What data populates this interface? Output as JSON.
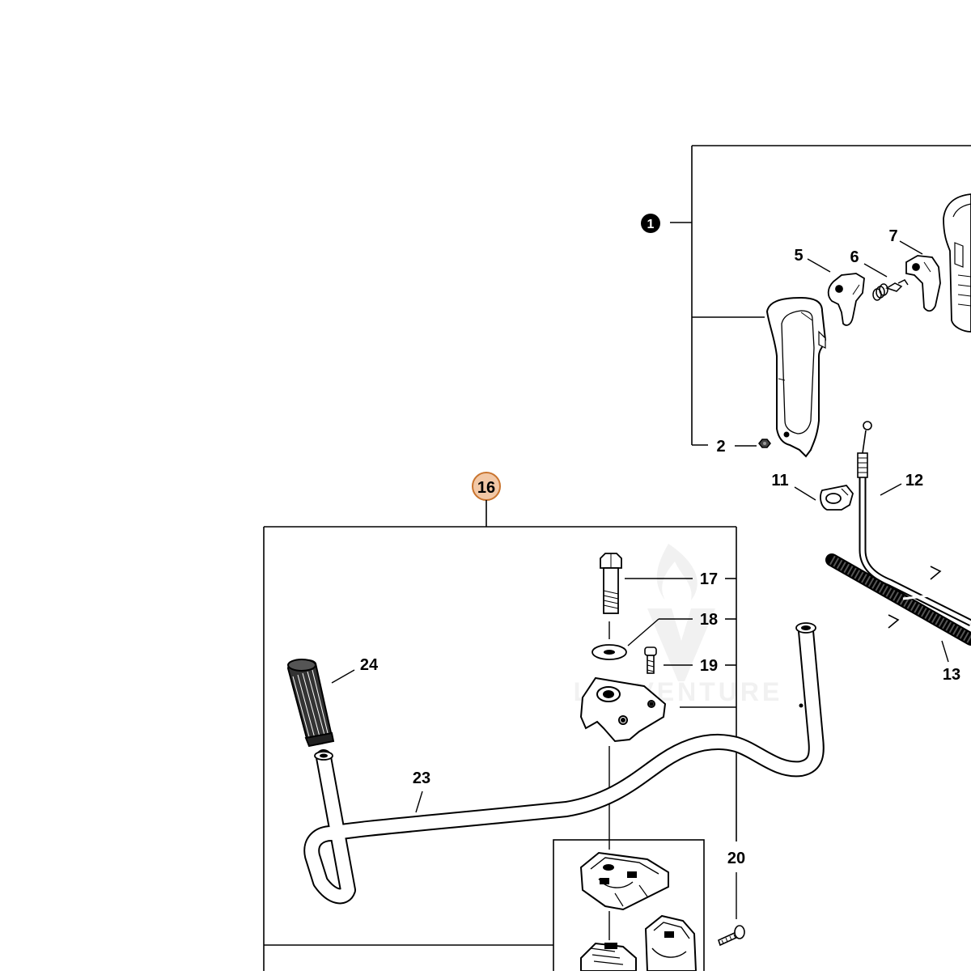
{
  "callouts": {
    "c1": "1",
    "c2": "2",
    "c5": "5",
    "c6": "6",
    "c7": "7",
    "c11": "11",
    "c12": "12",
    "c13": "13",
    "c16": "16",
    "c17": "17",
    "c18": "18",
    "c19": "19",
    "c20": "20",
    "c23": "23",
    "c24": "24"
  },
  "watermark": {
    "text": "LEOVENTURE"
  },
  "colors": {
    "line": "#000000",
    "highlight_fill": "#f2c8a6",
    "highlight_stroke": "#c9742e",
    "watermark": "#e6e6e6"
  }
}
